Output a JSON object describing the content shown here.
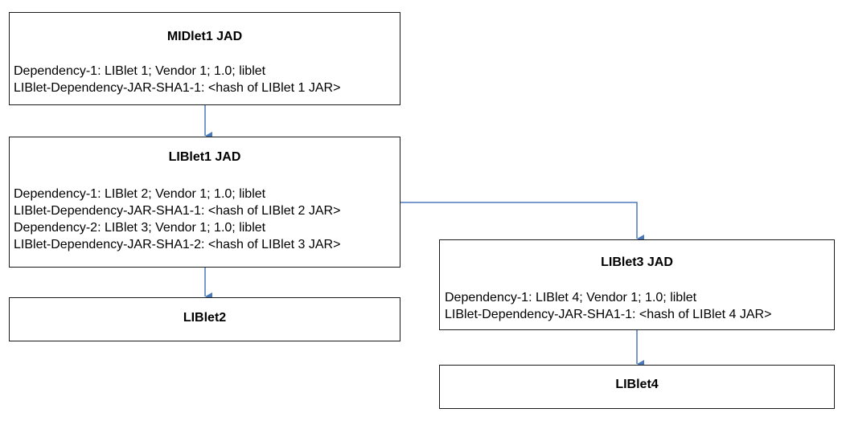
{
  "colors": {
    "connector": "#4a78b8",
    "box_border": "#1a1a1a"
  },
  "boxes": {
    "midlet1_jad": {
      "title": "MIDlet1 JAD",
      "lines": [
        "Dependency-1: LIBlet 1; Vendor 1; 1.0; liblet",
        "LIBlet-Dependency-JAR-SHA1-1: <hash of LIBlet 1 JAR>"
      ]
    },
    "liblet1_jad": {
      "title": "LIBlet1 JAD",
      "lines": [
        "Dependency-1: LIBlet 2; Vendor 1; 1.0; liblet",
        "LIBlet-Dependency-JAR-SHA1-1: <hash of LIBlet 2 JAR>",
        "Dependency-2: LIBlet 3; Vendor 1; 1.0; liblet",
        "LIBlet-Dependency-JAR-SHA1-2: <hash of LIBlet 3 JAR>"
      ]
    },
    "liblet2": {
      "title": "LIBlet2"
    },
    "liblet3_jad": {
      "title": "LIBlet3 JAD",
      "lines": [
        "Dependency-1: LIBlet 4; Vendor 1; 1.0; liblet",
        "LIBlet-Dependency-JAR-SHA1-1: <hash of LIBlet 4 JAR>"
      ]
    },
    "liblet4": {
      "title": "LIBlet4"
    }
  },
  "connectors": [
    {
      "from": "MIDlet1 JAD",
      "to": "LIBlet1 JAD"
    },
    {
      "from": "LIBlet1 JAD",
      "to": "LIBlet2"
    },
    {
      "from": "LIBlet1 JAD",
      "to": "LIBlet3 JAD"
    },
    {
      "from": "LIBlet3 JAD",
      "to": "LIBlet4"
    }
  ]
}
